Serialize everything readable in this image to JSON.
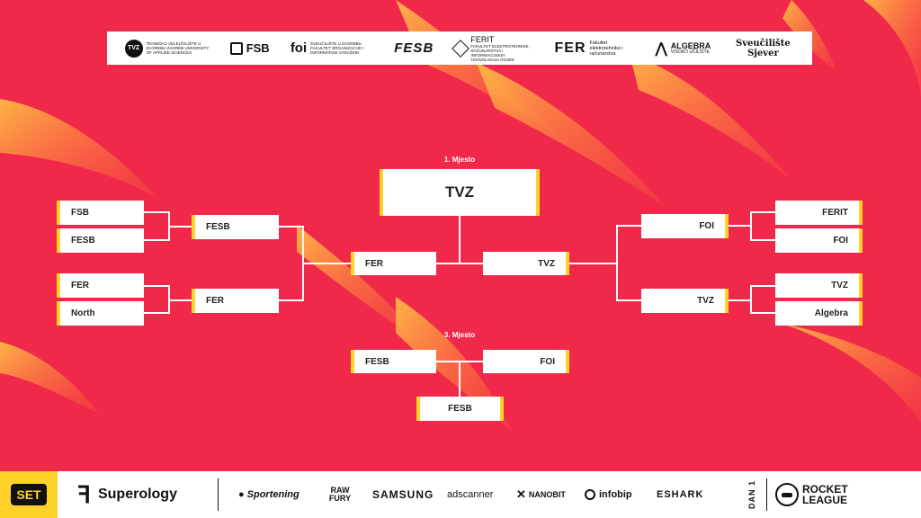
{
  "top_sponsors": [
    {
      "mark": "TVZ",
      "label": "TEHNIČKO VELEUČILIŠTE U ZAGREBU ZAGREB UNIVERSITY OF APPLIED SCIENCES"
    },
    {
      "mark": "FSB"
    },
    {
      "mark": "foi",
      "label": "SVEUČILIŠTE U ZAGREBU FAKULTET ORGANIZACIJE I INFORMATIKE VARAŽDIN"
    },
    {
      "mark": "FESB"
    },
    {
      "mark": "FERIT",
      "label": "FAKULTET ELEKTROTEHNIKE, RAČUNARSTVA I INFORMACIJSKIH TEHNOLOGIJA OSIJEK"
    },
    {
      "mark": "FER",
      "label": "Fakultet elektrotehnike i računarstva"
    },
    {
      "mark": "ALGEBRA",
      "label": "VISOKO UČILIŠTE"
    },
    {
      "mark": "Sveučilište Sjever"
    }
  ],
  "bracket": {
    "first_place": {
      "heading": "1. Mjesto",
      "winner": "TVZ"
    },
    "third_place": {
      "heading": "3. Mjesto",
      "winner": "FESB"
    },
    "left": {
      "round1": [
        "FSB",
        "FESB",
        "FER",
        "North"
      ],
      "round2": [
        "FESB",
        "FER"
      ],
      "semi": "FER"
    },
    "right": {
      "round1": [
        "FERIT",
        "FOI",
        "TVZ",
        "Algebra"
      ],
      "round2": [
        "FOI",
        "TVZ"
      ],
      "semi": "TVZ"
    },
    "third_match": [
      "FESB",
      "FOI"
    ]
  },
  "bottom_sponsors": {
    "event_logo": "SET",
    "main": "Superology",
    "list": [
      "Sportening",
      "RAW FURY",
      "SAMSUNG",
      "adscanner",
      "NANOBIT",
      "infobip",
      "ESHARK"
    ],
    "day": "DAN 1",
    "game_line1": "ROCKET",
    "game_line2": "LEAGUE"
  },
  "colors": {
    "background": "#f0284a",
    "accent": "#ffd129",
    "flame": "#ff9a2e",
    "box": "#ffffff"
  }
}
